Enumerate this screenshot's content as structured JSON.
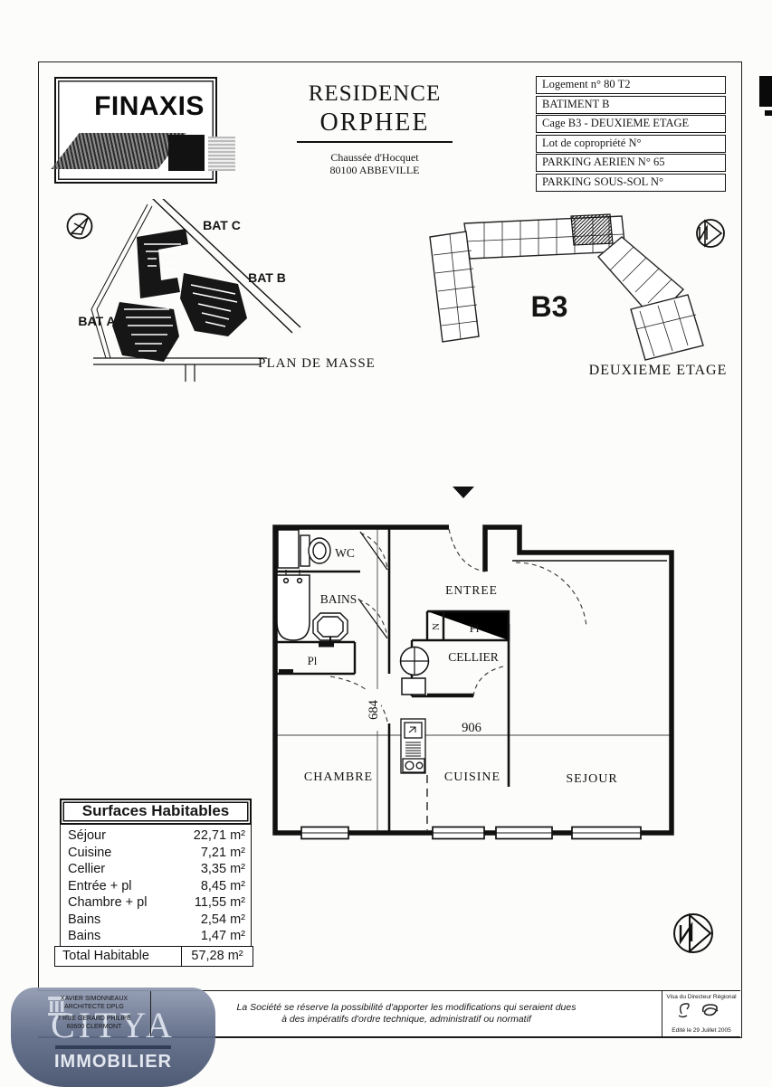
{
  "header": {
    "logo_text": "FINAXIS",
    "residence_line1": "RESIDENCE",
    "residence_line2": "ORPHEE",
    "address_line1": "Chaussée d'Hocquet",
    "address_line2": "80100 ABBEVILLE",
    "info_rows": [
      "Logement n° 80 T2",
      "BATIMENT B",
      "Cage B3 -  DEUXIEME ETAGE",
      "Lot de copropriété N°",
      "PARKING AERIEN N° 65",
      "PARKING SOUS-SOL N°"
    ]
  },
  "site_plan": {
    "bat_a": "BAT A",
    "bat_b": "BAT B",
    "bat_c": "BAT C",
    "caption": "PLAN DE MASSE"
  },
  "building_plan": {
    "label": "B3",
    "caption": "DEUXIEME ETAGE"
  },
  "floor_plan": {
    "labels": {
      "wc": "WC",
      "bains": "BAINS",
      "entree": "ENTREE",
      "pl1": "Pl",
      "pl2": "Pl",
      "n": "N",
      "cellier": "CELLIER",
      "chambre": "CHAMBRE",
      "cuisine": "CUISINE",
      "sejour": "SEJOUR"
    },
    "dimensions": {
      "width": "906",
      "height": "684"
    }
  },
  "surfaces": {
    "title": "Surfaces Habitables",
    "rows": [
      {
        "label": "Séjour",
        "value": "22,71  m²"
      },
      {
        "label": "Cuisine",
        "value": "7,21  m²"
      },
      {
        "label": "Cellier",
        "value": "3,35  m²"
      },
      {
        "label": "Entrée + pl",
        "value": "8,45  m²"
      },
      {
        "label": "Chambre + pl",
        "value": "11,55  m²"
      },
      {
        "label": "Bains",
        "value": "2,54  m²"
      },
      {
        "label": "Bains",
        "value": "1,47  m²"
      }
    ],
    "total_label": "Total  Habitable",
    "total_value": "57,28 m²"
  },
  "footer": {
    "architect_line1": "XAVIER SIMONNEAUX",
    "architect_line2": "ARCHITECTE DPLG",
    "architect_line3": "7 RUE GERARD PHILIPE",
    "architect_line4": "60600 CLERMONT",
    "disclaimer_line1": "La Société se réserve la possibilité d'apporter les modifications qui seraient dues",
    "disclaimer_line2": "à des impératifs d'ordre technique, administratif ou normatif",
    "visa_label": "Visa du Directeur Régional",
    "edited_label": "Edité le 29 Juillet 2005"
  },
  "watermark": {
    "line1": "CITYA",
    "line2": "IMMOBILIER"
  },
  "colors": {
    "ink": "#141414",
    "paper": "#fcfcfb",
    "watermark_navy": "#5f6c88"
  }
}
